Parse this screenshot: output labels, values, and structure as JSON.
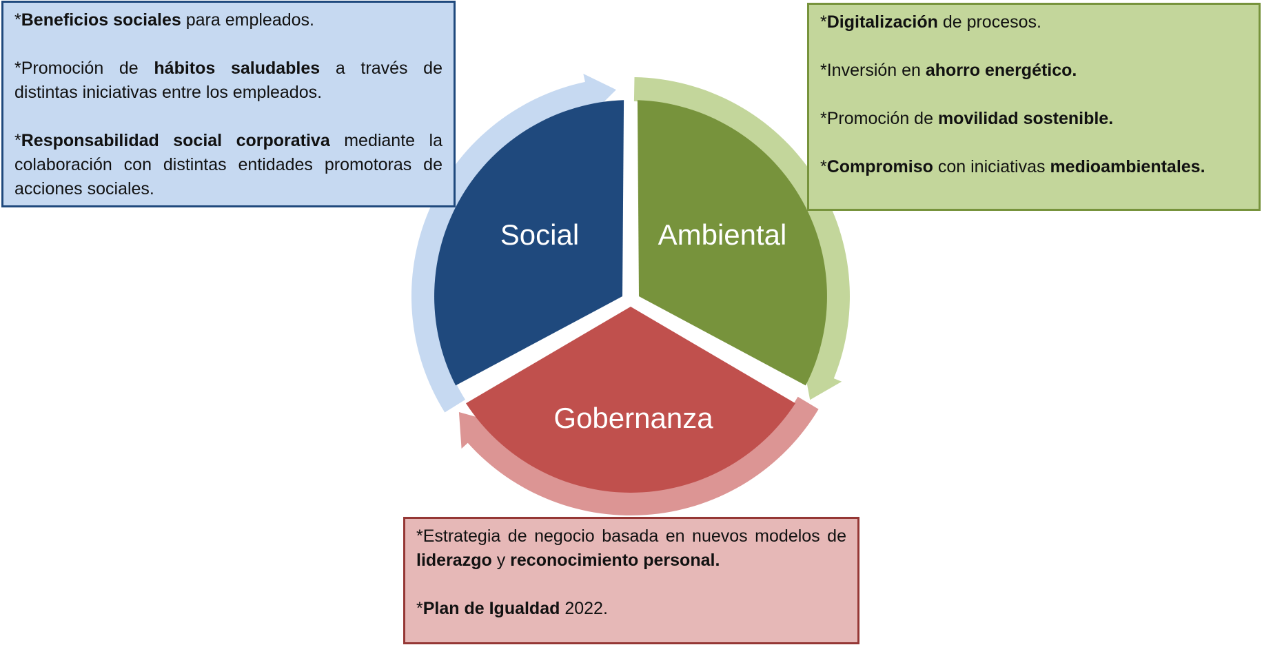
{
  "colors": {
    "social_dark": "#1f497d",
    "social_light": "#c6d9f1",
    "ambiental_dark": "#77933c",
    "ambiental_light": "#c3d69b",
    "gobernanza_dark": "#c0504d",
    "gobernanza_light": "#dc9594",
    "gobernanza_box": "#e6b8b7",
    "gobernanza_border": "#953735"
  },
  "segments": {
    "social": {
      "label": "Social"
    },
    "ambiental": {
      "label": "Ambiental"
    },
    "gobernanza": {
      "label": "Gobernanza"
    }
  },
  "boxes": {
    "social": {
      "p1": {
        "b1": "Beneficios sociales",
        "t1": " para empleados."
      },
      "p2": {
        "t1": "Promoción de ",
        "b1": "hábitos saludables",
        "t2": " a través de distintas iniciativas entre los empleados."
      },
      "p3": {
        "b1": "Responsabilidad social corporativa",
        "t1": " mediante la colaboración con distintas entidades promotoras de acciones sociales."
      }
    },
    "ambiental": {
      "p1": {
        "b1": "Digitalización",
        "t1": " de procesos."
      },
      "p2": {
        "t1": "Inversión en ",
        "b1": "ahorro energético."
      },
      "p3": {
        "t1": "Promoción de ",
        "b1": "movilidad sostenible."
      },
      "p4": {
        "b1": "Compromiso",
        "t1": " con iniciativas ",
        "b2": "medioambientales."
      }
    },
    "gobernanza": {
      "p1": {
        "t1": "Estrategia de negocio basada en nuevos modelos de ",
        "b1": "liderazgo",
        "t2": " y ",
        "b2": "reconocimiento personal."
      },
      "p2": {
        "b1": "Plan de Igualdad",
        "t1": " 2022."
      }
    }
  }
}
